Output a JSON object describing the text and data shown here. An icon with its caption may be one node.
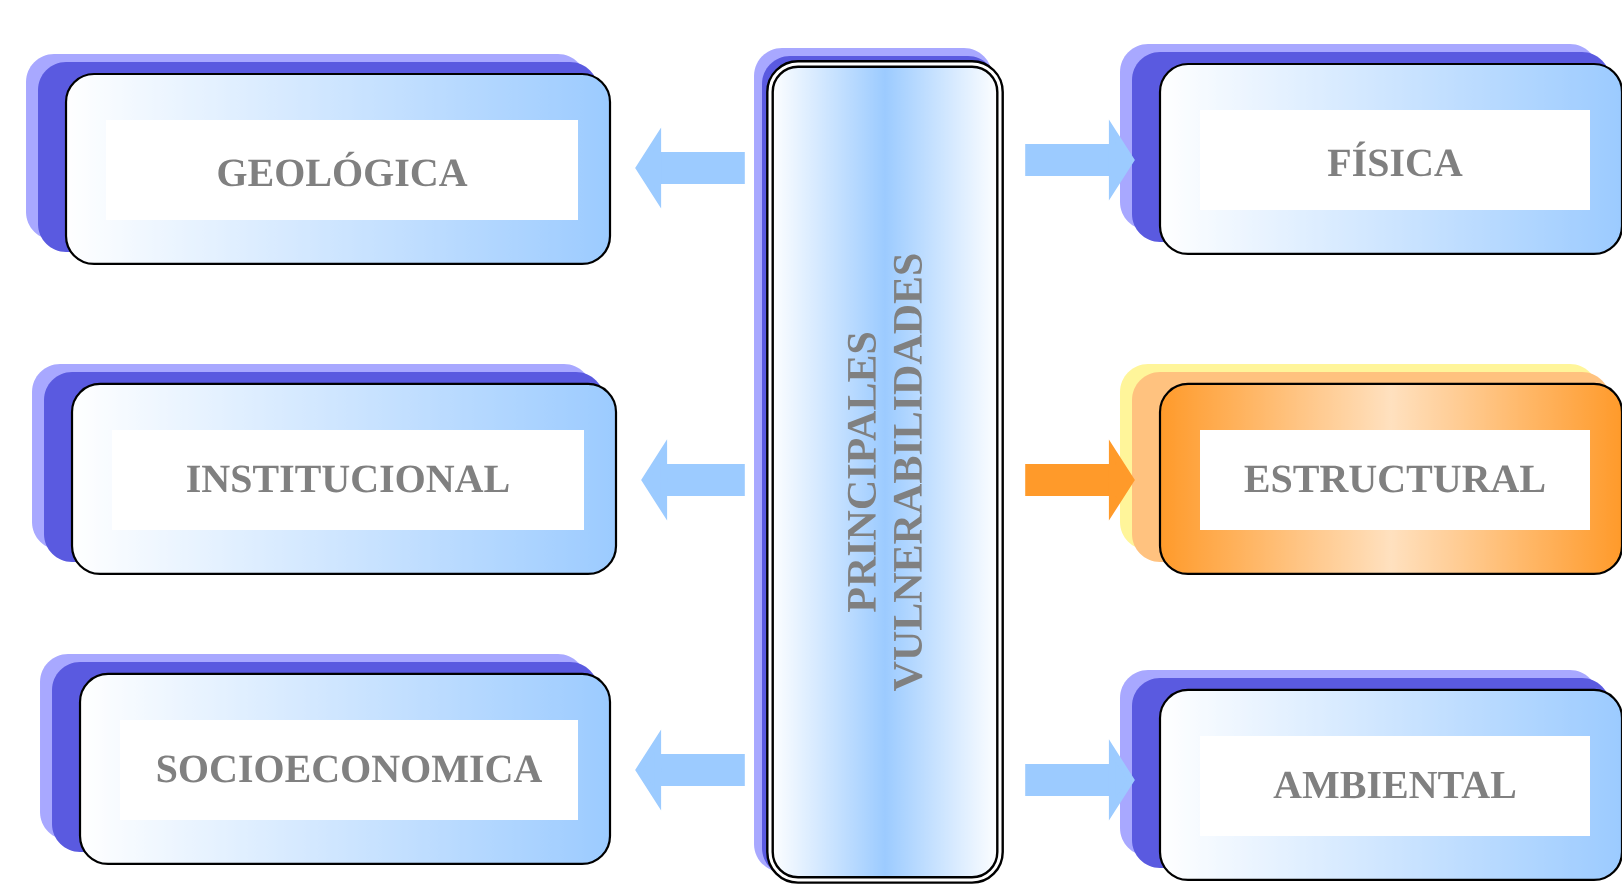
{
  "diagram": {
    "nodes": [
      {
        "text": [
          "PRINCIPALES VULNERABILIDADES"
        ]
      },
      {
        "text": [
          "GEOLÓGICA"
        ]
      },
      {
        "text": [
          "FÍSICA"
        ]
      },
      {
        "text": [
          "INSTITUCIONAL"
        ]
      },
      {
        "text": [
          "ESTRUCTURAL"
        ]
      },
      {
        "text": [
          "SOCIOECONOMICA"
        ]
      },
      {
        "text": [
          "AMBIENTAL"
        ]
      }
    ],
    "edges": [
      {
        "from": 0,
        "to": 1,
        "arrow": "to"
      },
      {
        "from": 0,
        "to": 2,
        "arrow": "to"
      },
      {
        "from": 0,
        "to": 3,
        "arrow": "to"
      },
      {
        "from": 0,
        "to": 4,
        "arrow": "to",
        "color": "#ff9a2a"
      },
      {
        "from": 0,
        "to": 5,
        "arrow": "to"
      },
      {
        "from": 0,
        "to": 6,
        "arrow": "to"
      }
    ]
  }
}
